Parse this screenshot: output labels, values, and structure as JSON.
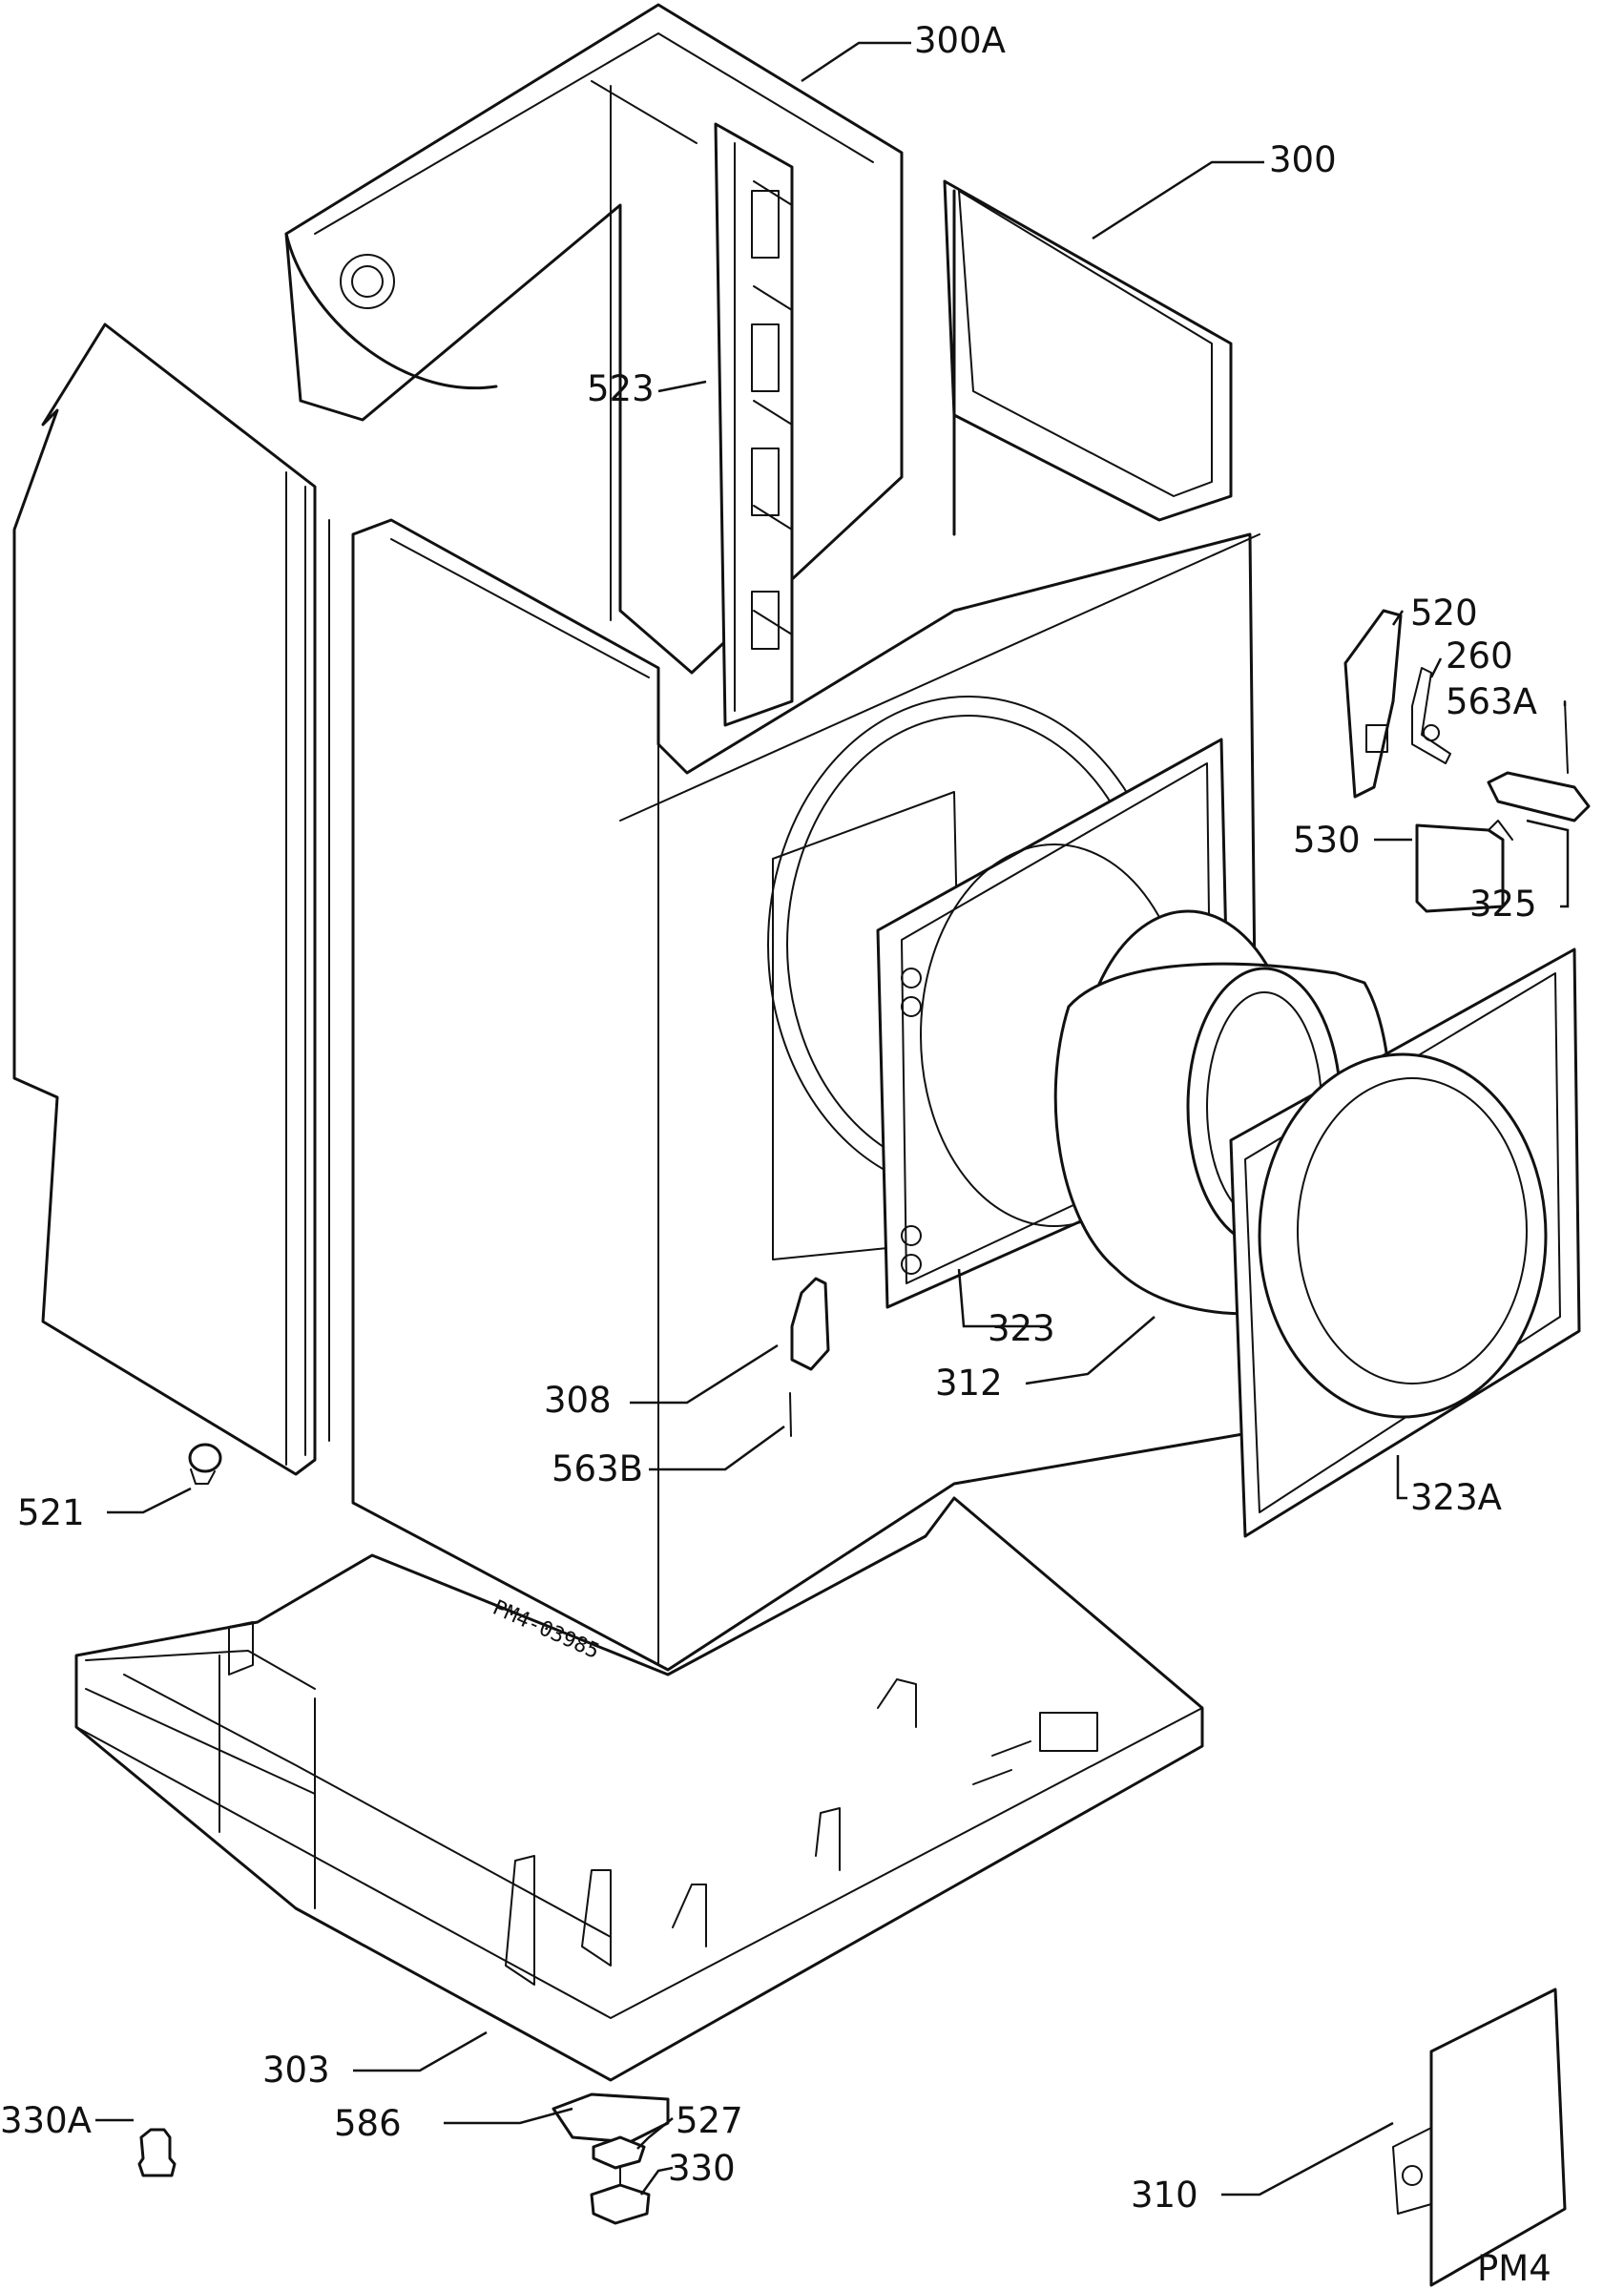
{
  "diagram": {
    "page_id": "PM4",
    "stamp_text": "PM4-03985",
    "part_labels": {
      "p300A": "300A",
      "p300": "300",
      "p523": "523",
      "p520": "520",
      "p260": "260",
      "p563A": "563A",
      "p530": "530",
      "p325": "325",
      "p323": "323",
      "p312": "312",
      "p308": "308",
      "p563B": "563B",
      "p521": "521",
      "p323A": "323A",
      "p303": "303",
      "p586": "586",
      "p527": "527",
      "p330": "330",
      "p330A": "330A",
      "p310": "310"
    }
  }
}
